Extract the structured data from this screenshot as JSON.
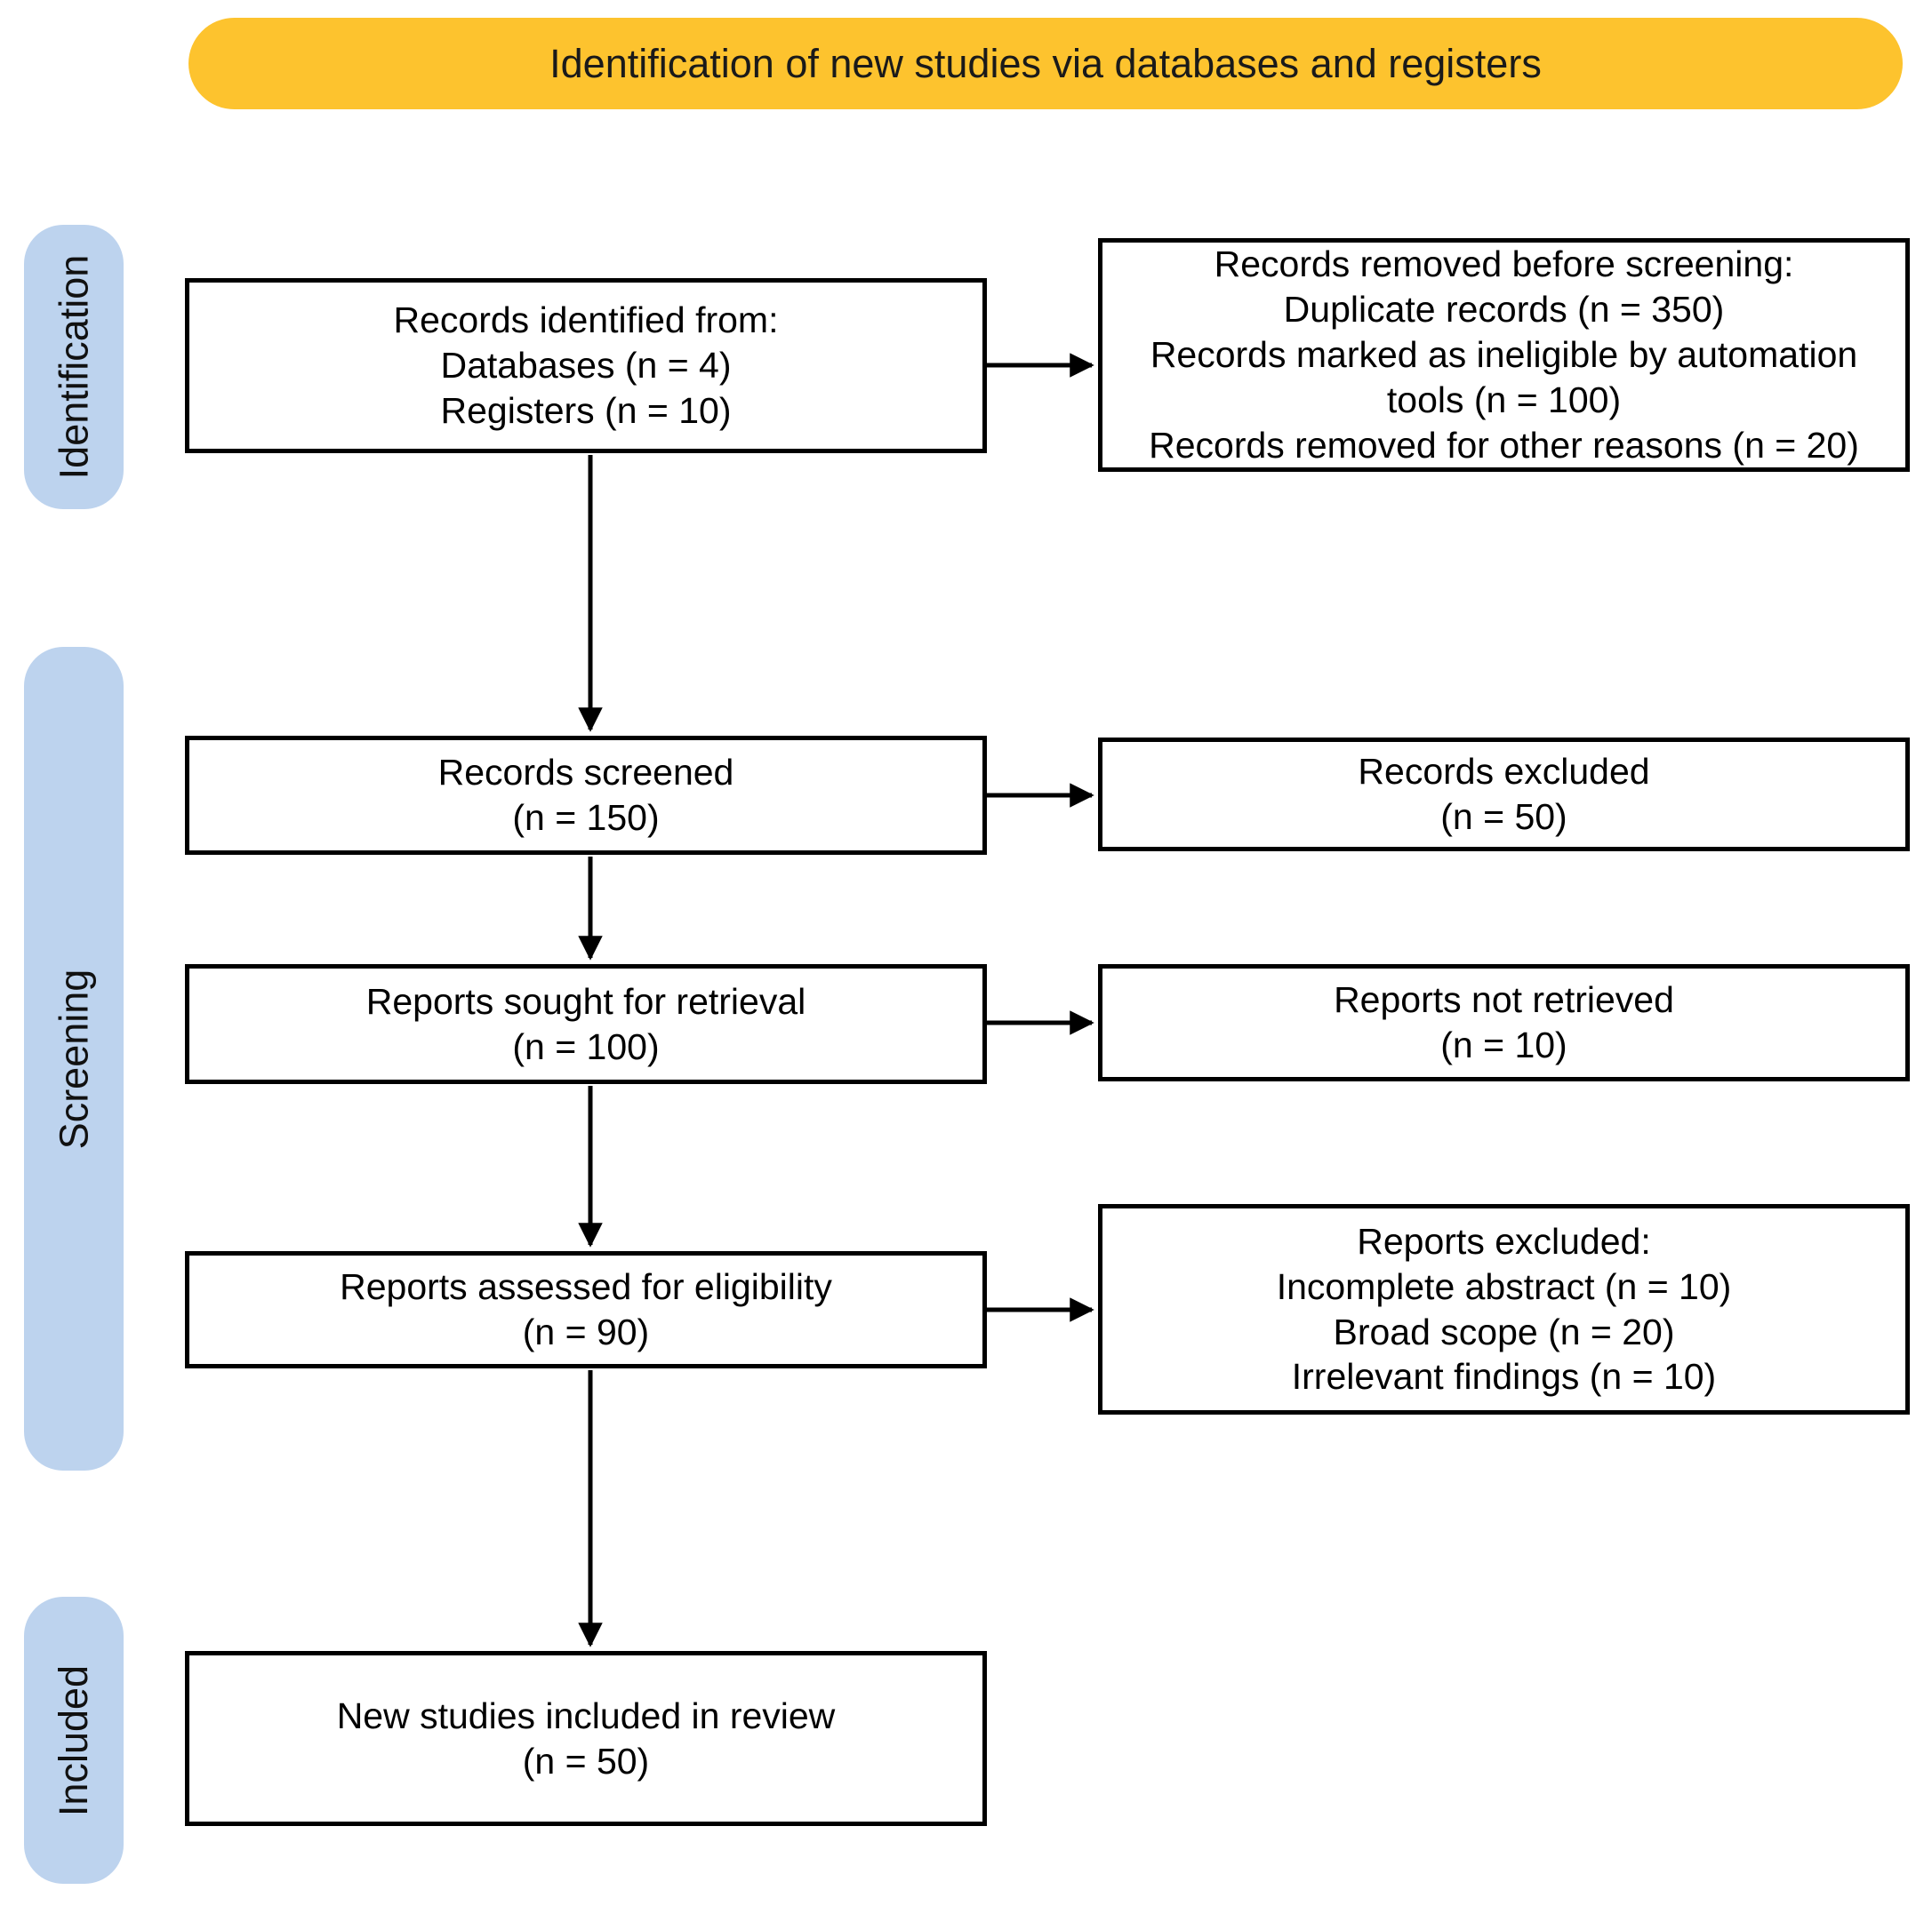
{
  "banner": {
    "title": "Identification of new studies via databases and registers"
  },
  "sidebar": {
    "stages": [
      {
        "label": "Identification"
      },
      {
        "label": "Screening"
      },
      {
        "label": "Included"
      }
    ]
  },
  "flow": {
    "main_boxes": [
      {
        "lines": [
          "Records identified from:",
          "Databases (n = 4)",
          "Registers (n = 10)"
        ]
      },
      {
        "lines": [
          "Records screened",
          "(n = 150)"
        ]
      },
      {
        "lines": [
          "Reports sought for retrieval",
          "(n = 100)"
        ]
      },
      {
        "lines": [
          "Reports assessed for eligibility",
          "(n = 90)"
        ]
      },
      {
        "lines": [
          "New studies included in review",
          "(n = 50)"
        ]
      }
    ],
    "side_boxes": [
      {
        "lines": [
          "Records removed before screening:",
          "Duplicate records (n = 350)",
          "Records marked as ineligible by automation tools (n = 100)",
          "Records removed for other reasons (n = 20)"
        ]
      },
      {
        "lines": [
          "Records excluded",
          "(n = 50)"
        ]
      },
      {
        "lines": [
          "Reports not retrieved",
          "(n = 10)"
        ]
      },
      {
        "lines": [
          "Reports excluded:",
          "Incomplete abstract (n = 10)",
          "Broad scope (n = 20)",
          "Irrelevant findings (n = 10)"
        ]
      }
    ]
  },
  "colors": {
    "banner_bg": "#FDC32E",
    "stage_pill_bg": "#BDD3EE",
    "box_bg": "#FFFFFF",
    "box_border": "#000000",
    "arrow": "#000000",
    "text": "#000000"
  }
}
